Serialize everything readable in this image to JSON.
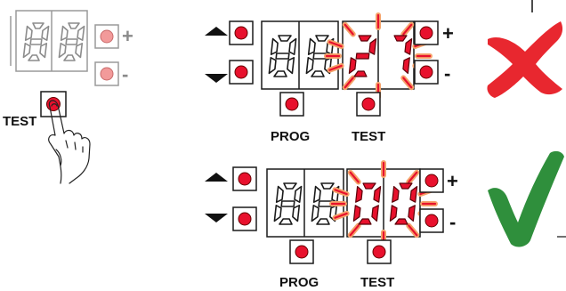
{
  "colors": {
    "led_red": "#e8112d",
    "led_glow": "#f5a36a",
    "cross_red": "#e8272f",
    "check_green": "#2f8f3c",
    "panel_border": "#1a1a1a",
    "faded_border": "#9a9a9a",
    "faded_button": "#f29a9a"
  },
  "left_panel": {
    "display_digits": [
      "8",
      "8"
    ],
    "plus_label": "+",
    "minus_label": "-",
    "test_label": "TEST"
  },
  "error_panel": {
    "display_left_digits": [
      "8",
      "8"
    ],
    "display_right_digits": [
      "2",
      "7"
    ],
    "plus_label": "+",
    "minus_label": "-",
    "prog_label": "PROG",
    "test_label": "TEST",
    "result_icon": "cross-icon"
  },
  "ok_panel": {
    "display_left_digits": [
      "8",
      "8"
    ],
    "display_right_digits": [
      "0",
      "0"
    ],
    "plus_label": "+",
    "minus_label": "-",
    "prog_label": "PROG",
    "test_label": "TEST",
    "result_icon": "check-icon"
  }
}
